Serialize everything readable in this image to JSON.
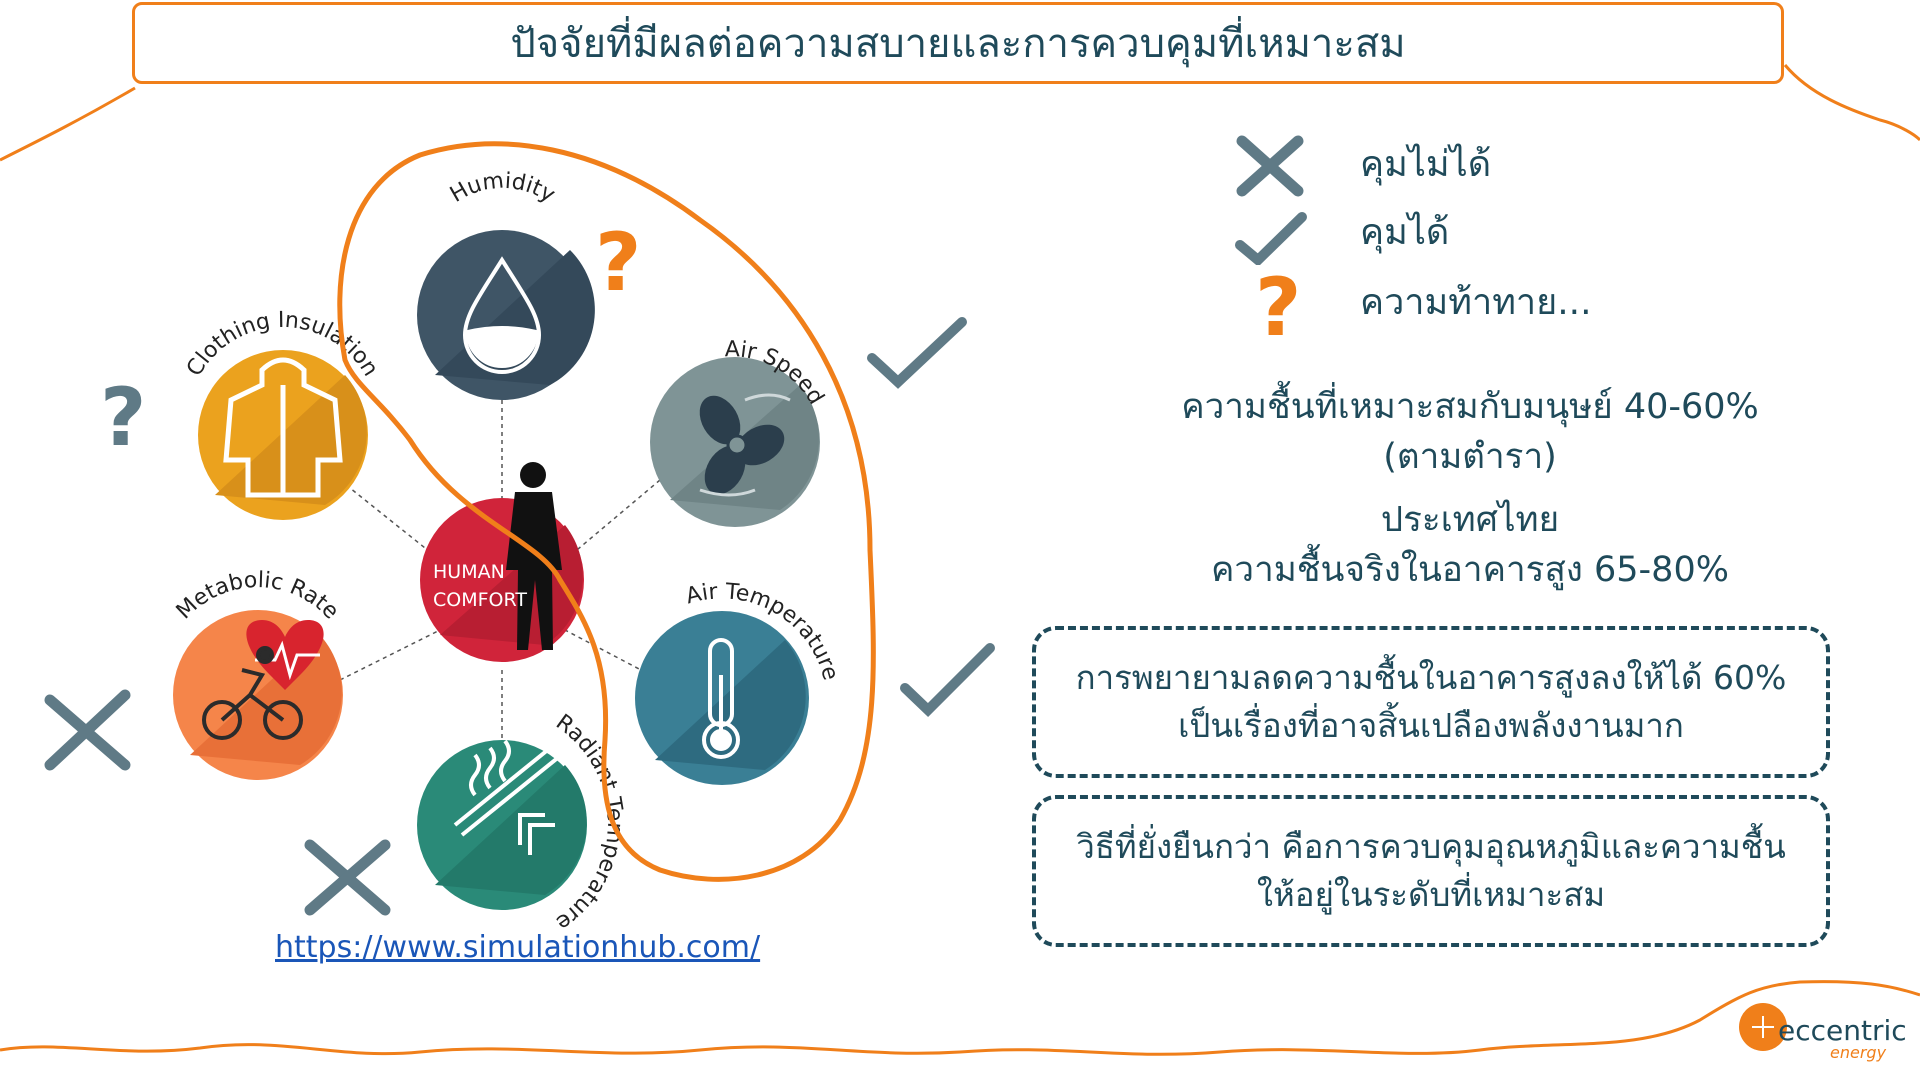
{
  "title": "ปัจจัยที่มีผลต่อความสบายและการควบคุมที่เหมาะสม",
  "legend": {
    "items": [
      {
        "icon": "cross-icon",
        "label": "คุมไม่ได้"
      },
      {
        "icon": "check-icon",
        "label": "คุมได้"
      },
      {
        "icon": "question-icon",
        "label": "ความท้าทาย..."
      }
    ]
  },
  "diagram": {
    "center": {
      "line1": "HUMAN",
      "line2": "COMFORT"
    },
    "factors": {
      "humidity": "Humidity",
      "air_speed": "Air Speed",
      "air_temperature": "Air Temperature",
      "radiant_temperature": "Radiant Temperature",
      "metabolic_rate": "Metabolic Rate",
      "clothing_insulation": "Clothing Insulation"
    },
    "source_link": "https://www.simulationhub.com/"
  },
  "info": {
    "line1": "ความชื้นที่เหมาะสมกับมนุษย์ 40-60%",
    "line2": "(ตามตำรา)",
    "line3": "ประเทศไทย",
    "line4": "ความชื้นจริงในอาคารสูง 65-80%"
  },
  "box1": {
    "line1": "การพยายามลดความชื้นในอาคารสูงลงให้ได้ 60%",
    "line2": "เป็นเรื่องที่อาจสิ้นเปลืองพลังงานมาก"
  },
  "box2": {
    "line1": "วิธีที่ยั่งยืนกว่า คือการควบคุมอุณหภูมิและความชื้น",
    "line2": "ให้อยู่ในระดับที่เหมาะสม"
  },
  "logo": {
    "name": "eccentric",
    "sub": "energy"
  },
  "colors": {
    "accent": "#f07f1a",
    "text": "#1f4a5a",
    "mark_gray": "#5f7a86",
    "humidity": "#3f5566",
    "air_speed": "#7f9496",
    "air_temperature": "#3a7f95",
    "radiant_temperature": "#2a8a78",
    "metabolic_rate": "#f5854a",
    "clothing_insulation": "#eba21e",
    "human_comfort": "#d0243a"
  }
}
